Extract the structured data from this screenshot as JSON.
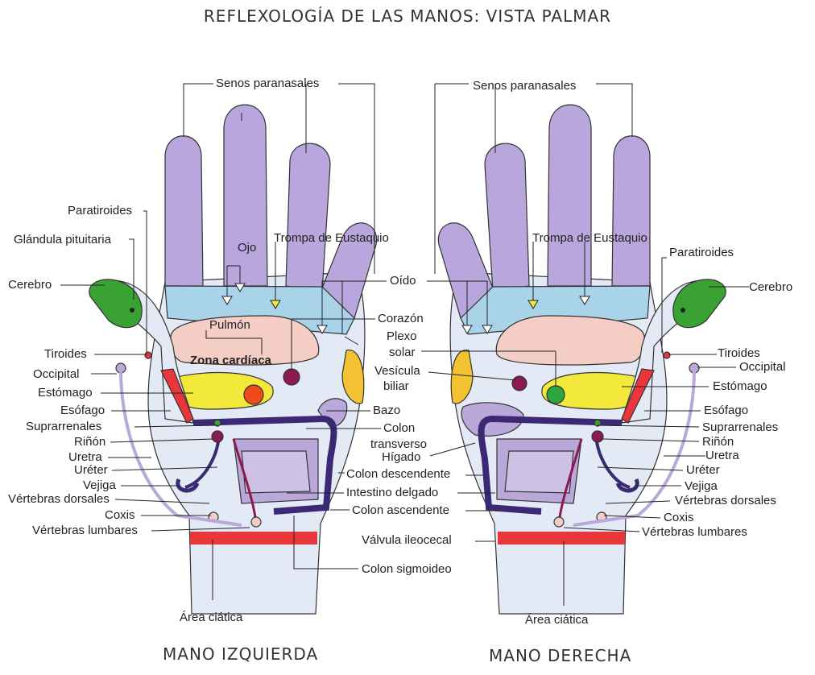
{
  "title": "REFLEXOLOGÍA DE LAS MANOS: VISTA PALMAR",
  "colors": {
    "fingers": "#b8a6dc",
    "wrist_skin": "#e4eaf5",
    "sinus_band": "#a9d3e8",
    "lung": "#f4cdc5",
    "stomach": "#f2e93a",
    "brain": "#3aa233",
    "red_band": "#e9363b",
    "colon": "#3b2a73",
    "organ_purple": "#b9a8d9",
    "heart": "#8b1a52",
    "solar_plexus": "#2aa540"
  },
  "left_hand": {
    "caption": "MANO IZQUIERDA",
    "labels": {
      "senos": "Senos paranasales",
      "paratiroides": "Paratiroides",
      "pituitaria": "Glándula pituitaria",
      "cerebro": "Cerebro",
      "ojo": "Ojo",
      "trompa": "Trompa de Eustaquio",
      "pulmon": "Pulmón",
      "zona_cardiaca": "Zona cardíaca",
      "tiroides": "Tiroides",
      "occipital": "Occipital",
      "estomago": "Estómago",
      "esofago": "Esófago",
      "suprarrenales": "Suprarrenales",
      "rinon": "Riñón",
      "uretra": "Uretra",
      "ureter": "Uréter",
      "vejiga": "Vejiga",
      "vertebras_dorsales": "Vértebras dorsales",
      "coxis": "Coxis",
      "vertebras_lumbares": "Vértebras lumbares",
      "area_ciatica": "Área ciática"
    }
  },
  "center_labels": {
    "oido": "Oído",
    "corazon": "Corazón",
    "plexo": "Plexo",
    "solar": "solar",
    "vesicula": "Vesícula",
    "biliar": "biliar",
    "bazo": "Bazo",
    "colon": "Colon",
    "transverso": "transverso",
    "higado": "Hígado",
    "colon_descendente": "Colon descendente",
    "intestino_delgado": "Intestino delgado",
    "colon_ascendente": "Colon ascendente",
    "valvula": "Válvula ileocecal",
    "colon_sigmoideo": "Colon sigmoideo"
  },
  "right_hand": {
    "caption": "MANO DERECHA",
    "labels": {
      "senos": "Senos paranasales",
      "trompa": "Trompa de Eustaquio",
      "paratiroides": "Paratiroides",
      "cerebro": "Cerebro",
      "tiroides": "Tiroides",
      "occipital": "Occipital",
      "estomago": "Estómago",
      "esofago": "Esófago",
      "suprarrenales": "Suprarrenales",
      "rinon": "Riñón",
      "uretra": "Uretra",
      "ureter": "Uréter",
      "vejiga": "Vejiga",
      "vertebras_dorsales": "Vértebras dorsales",
      "coxis": "Coxis",
      "vertebras_lumbares": "Vértebras lumbares",
      "area_ciatica": "Área ciática"
    }
  }
}
